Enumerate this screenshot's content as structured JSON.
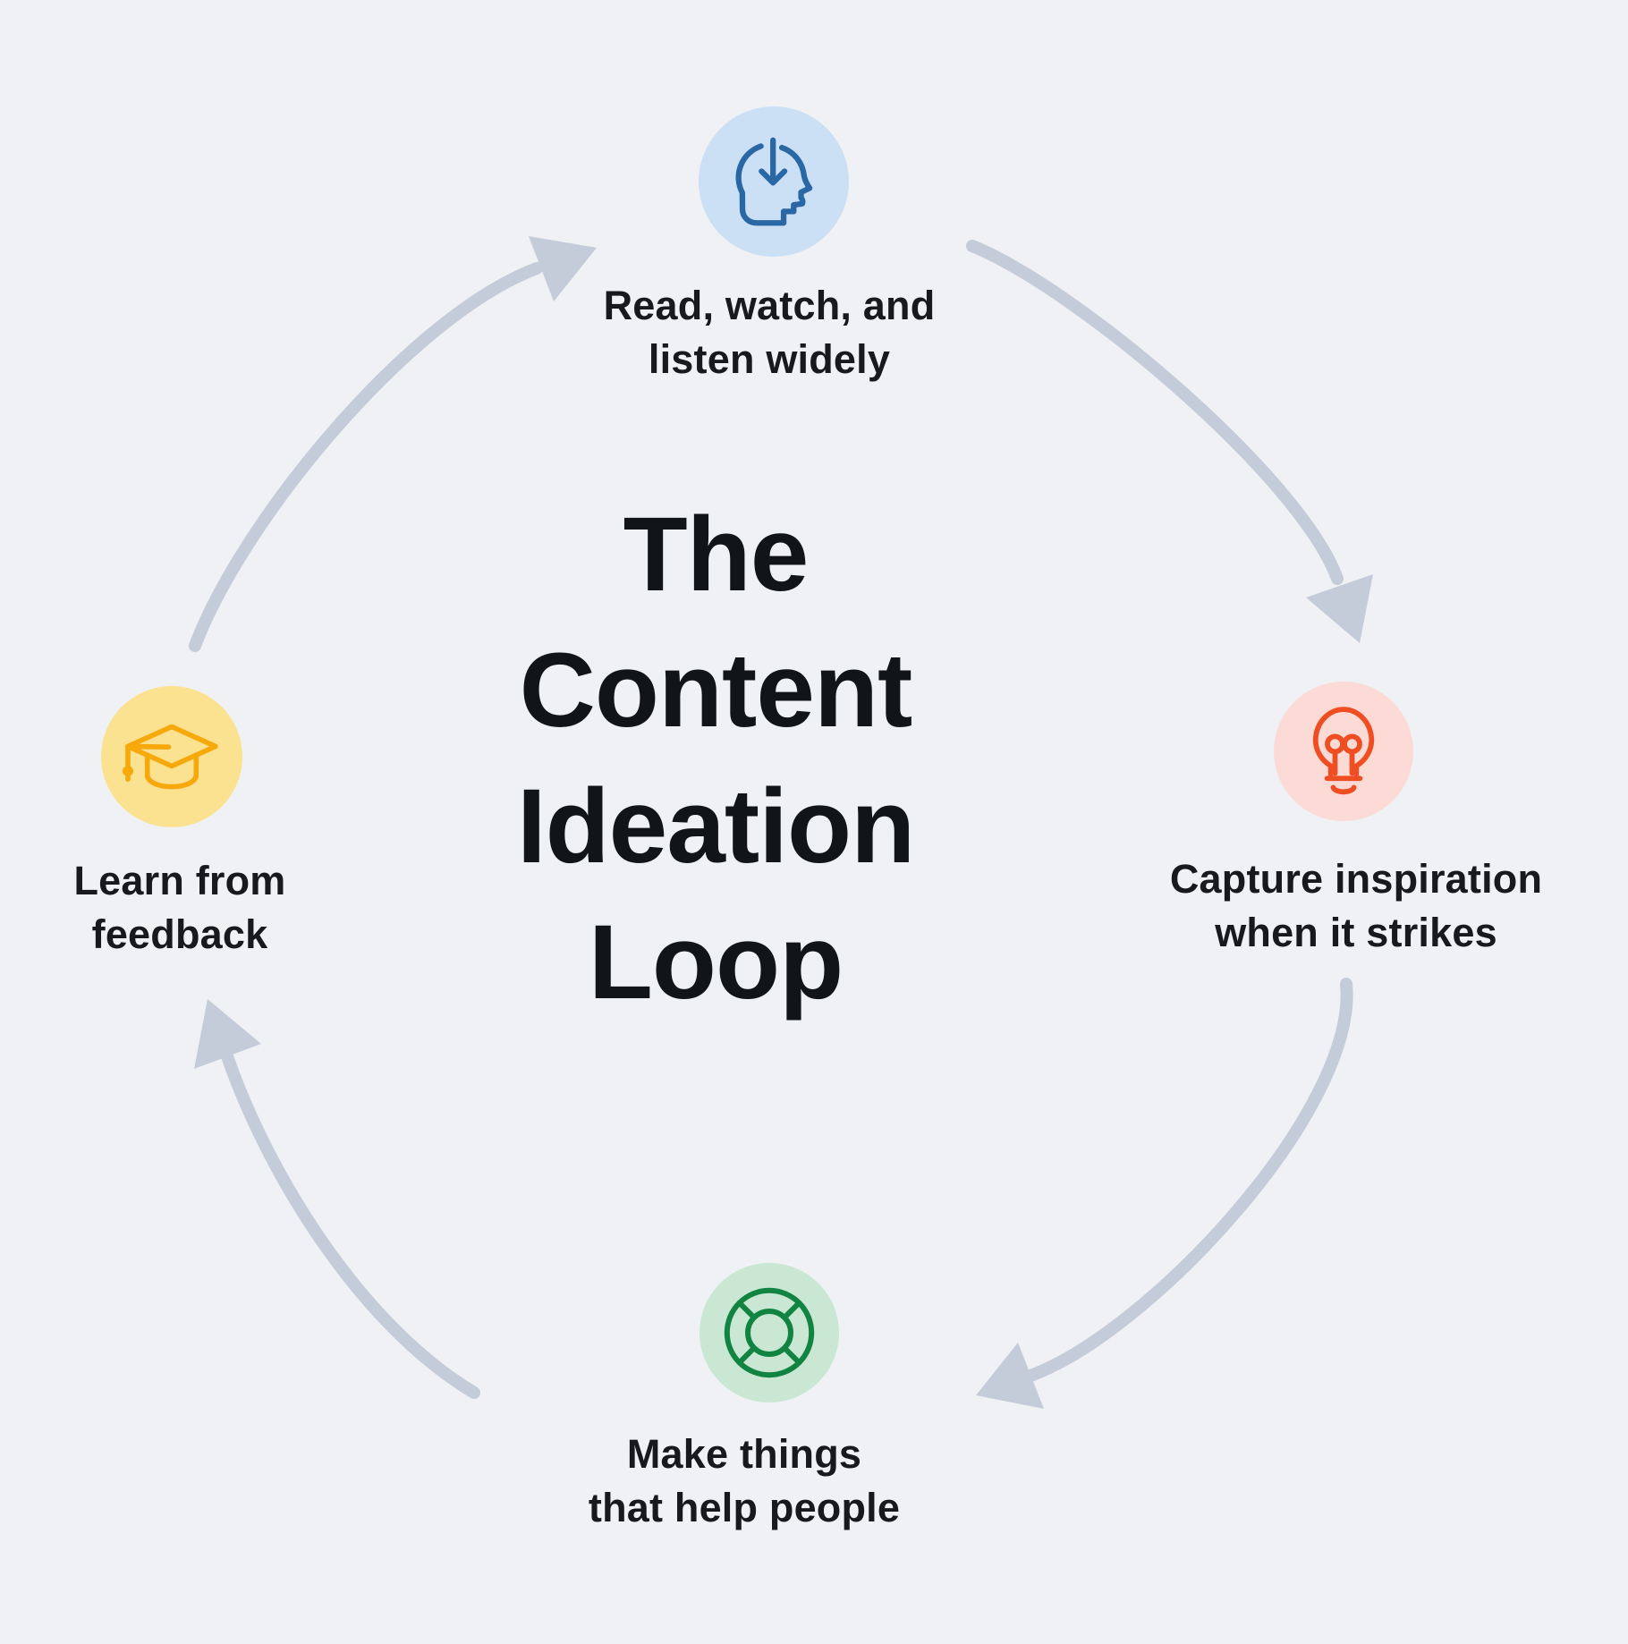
{
  "title": {
    "lines": [
      "The",
      "Content",
      "Ideation",
      "Loop"
    ]
  },
  "nodes": [
    {
      "id": "consume",
      "label_lines": [
        "Read, watch, and",
        "listen widely"
      ],
      "icon": "head-download-icon",
      "circle_color": "#cbdff5",
      "icon_color": "#2a67a5"
    },
    {
      "id": "capture",
      "label_lines": [
        "Capture inspiration",
        "when it strikes"
      ],
      "icon": "lightbulb-icon",
      "circle_color": "#fcdad5",
      "icon_color": "#ef4e23"
    },
    {
      "id": "make",
      "label_lines": [
        "Make things",
        "that help people"
      ],
      "icon": "lifebuoy-icon",
      "circle_color": "#c9e7d3",
      "icon_color": "#128442"
    },
    {
      "id": "learn",
      "label_lines": [
        "Learn from",
        "feedback"
      ],
      "icon": "graduation-cap-icon",
      "circle_color": "#fbe291",
      "icon_color": "#f7a80b"
    }
  ],
  "flow": [
    {
      "from": "learn",
      "to": "consume"
    },
    {
      "from": "consume",
      "to": "capture"
    },
    {
      "from": "capture",
      "to": "make"
    },
    {
      "from": "make",
      "to": "learn"
    }
  ],
  "colors": {
    "background": "#eff1f4",
    "arrow": "#c3ccd8",
    "text": "#17191c",
    "title_text": "#111418"
  }
}
